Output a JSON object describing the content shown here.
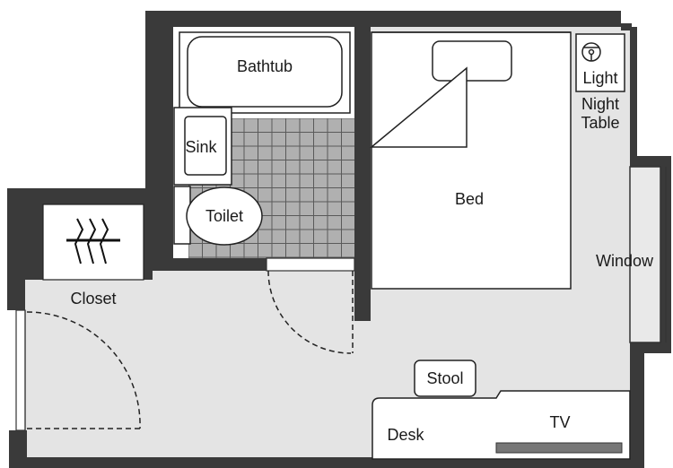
{
  "rooms": {
    "bathtub": "Bathtub",
    "sink": "Sink",
    "toilet": "Toilet",
    "closet": "Closet",
    "bed": "Bed",
    "light": "Light",
    "night_table_line1": "Night",
    "night_table_line2": "Table",
    "window": "Window",
    "stool": "Stool",
    "desk": "Desk",
    "tv": "TV"
  },
  "colors": {
    "wall": "#3a3a3a",
    "floor": "#e4e4e4",
    "furniture": "#ffffff",
    "tile": "#b0b0b0",
    "tile_line": "#5a5a5a",
    "tv": "#777777"
  }
}
